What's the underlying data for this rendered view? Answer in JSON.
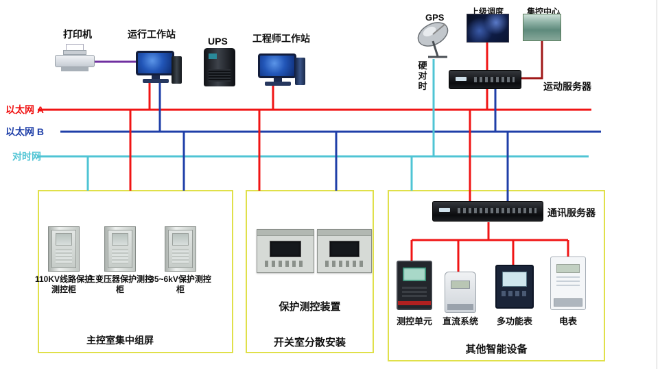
{
  "colors": {
    "ethernet_a": "#f01414",
    "ethernet_b": "#1f3fa8",
    "time_net": "#4fc4d4",
    "printer_link": "#7030a0",
    "dispatch_link": "#a01818",
    "box_border": "#e0e04a"
  },
  "buses": {
    "ethernet_a": "以太网 A",
    "ethernet_b": "以太网 B",
    "time_net": "对时网"
  },
  "top_devices": {
    "printer": "打印机",
    "operator_workstation": "运行工作站",
    "ups": "UPS",
    "engineer_workstation": "工程师工作站",
    "gps": "GPS",
    "hard_time_sync": "硬对时",
    "superior_dispatch": "上级调度",
    "central_control": "集控中心",
    "telecontrol_server": "运动服务器"
  },
  "cabinet_room": {
    "cabinet_110kv": "110KV线路保护测控柜",
    "cabinet_transformer": "主变压器保护测控柜",
    "cabinet_35_6kv": "35~6kV保护测控柜",
    "caption": "主控室集中组屏"
  },
  "switch_room": {
    "device_label": "保护测控装置",
    "caption": "开关室分散安装"
  },
  "smart_devices": {
    "comm_server": "通讯服务器",
    "measure_unit": "测控单元",
    "dc_system": "直流系统",
    "multifunction_meter": "多功能表",
    "energy_meter": "电表",
    "caption": "其他智能设备"
  }
}
